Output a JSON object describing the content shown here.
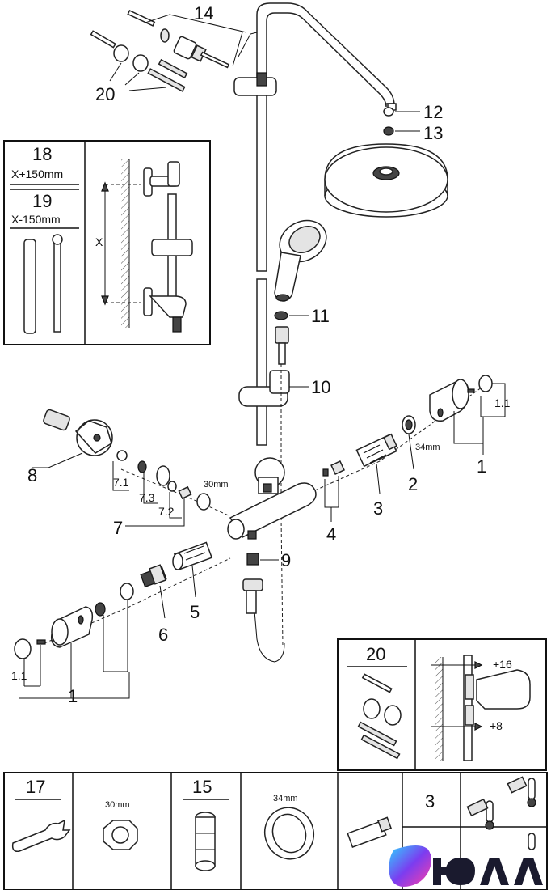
{
  "callouts": {
    "c1": "1",
    "c1_1": "1.1",
    "c1b": "1",
    "c1_1b": "1.1",
    "c2": "2",
    "c3": "3",
    "c4": "4",
    "c5": "5",
    "c6": "6",
    "c7": "7",
    "c7_1": "7.1",
    "c7_2": "7.2",
    "c7_3": "7.3",
    "c8": "8",
    "c9": "9",
    "c10": "10",
    "c11": "11",
    "c12": "12",
    "c13": "13",
    "c14": "14",
    "c20": "20",
    "size_30": "30mm",
    "size_34": "34mm"
  },
  "height_box": {
    "item18": "18",
    "item18_sub": "X+150mm",
    "item19": "19",
    "item19_sub": "X-150mm",
    "dim_x": "X"
  },
  "fixing_box": {
    "item20": "20",
    "plus16": "+16",
    "plus8": "+8"
  },
  "tools": {
    "item17": "17",
    "wrench30": "30mm",
    "item15": "15",
    "wrench34": "34mm",
    "item3": "3"
  },
  "watermark": "ЮЛА",
  "colors": {
    "logo_gradient": [
      "#2ed1ff",
      "#7b3df0",
      "#ff3ea5"
    ]
  }
}
